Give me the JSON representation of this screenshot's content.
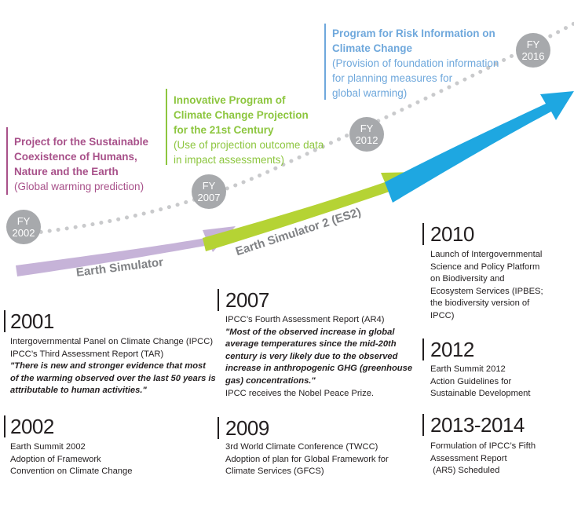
{
  "programs": [
    {
      "title_lines": [
        "Project for the Sustainable",
        "Coexistence of Humans,",
        "Nature and the Earth"
      ],
      "sub_lines": [
        "(Global warming prediction)"
      ],
      "color": "#a8518a"
    },
    {
      "title_lines": [
        "Innovative Program of",
        "Climate Change Projection",
        "for the 21st Century"
      ],
      "sub_lines": [
        "(Use of projection outcome data",
        "in impact assessments)"
      ],
      "color": "#8dc63f"
    },
    {
      "title_lines": [
        "Program for Risk Information on",
        "Climate Change"
      ],
      "sub_lines": [
        "(Provision of foundation information",
        "for planning measures for",
        "global warming)"
      ],
      "color": "#6fa8dc"
    }
  ],
  "fiscal_years": [
    {
      "label": "FY",
      "year": "2002"
    },
    {
      "label": "FY",
      "year": "2007"
    },
    {
      "label": "FY",
      "year": "2012"
    },
    {
      "label": "FY",
      "year": "2016"
    }
  ],
  "arrows": [
    {
      "label": "Earth Simulator",
      "color": "#c6b3d8"
    },
    {
      "label": "Earth Simulator 2 (ES2)",
      "color": "#b5d334"
    },
    {
      "label": "",
      "color": "#1ea7e1"
    }
  ],
  "events": [
    {
      "year": "2001",
      "lines": [
        "Intergovernmental Panel on Climate Change (IPCC)",
        "IPCC’s Third Assessment Report (TAR)"
      ],
      "quote": [
        "\"There is new and stronger evidence that most",
        "of the warming observed over the last 50 years is",
        "attributable to human activities.\""
      ],
      "after": []
    },
    {
      "year": "2002",
      "lines": [
        "Earth Summit 2002",
        "Adoption of Framework",
        "Convention on Climate Change"
      ],
      "quote": [],
      "after": []
    },
    {
      "year": "2007",
      "lines": [
        "IPCC’s Fourth Assessment Report (AR4)"
      ],
      "quote": [
        "\"Most of the observed increase in global",
        "average temperatures since the mid-20th",
        "century is very likely due to the observed",
        "increase in anthropogenic GHG (greenhouse",
        "gas) concentrations.\""
      ],
      "after": [
        "IPCC receives the Nobel Peace Prize."
      ]
    },
    {
      "year": "2009",
      "lines": [
        "3rd World Climate Conference (TWCC)",
        "Adoption of plan for Global Framework for",
        "Climate Services (GFCS)"
      ],
      "quote": [],
      "after": []
    },
    {
      "year": "2010",
      "lines": [
        "Launch of Intergovernmental",
        "Science and Policy Platform",
        "on Biodiversity and",
        "Ecosystem Services (IPBES;",
        "the biodiversity version of",
        "IPCC)"
      ],
      "quote": [],
      "after": []
    },
    {
      "year": "2012",
      "lines": [
        "Earth Summit 2012",
        "Action Guidelines for",
        "Sustainable Development"
      ],
      "quote": [],
      "after": []
    },
    {
      "year": "2013-2014",
      "lines": [
        "Formulation of IPCC’s Fifth",
        "Assessment Report",
        " (AR5) Scheduled"
      ],
      "quote": [],
      "after": []
    }
  ]
}
